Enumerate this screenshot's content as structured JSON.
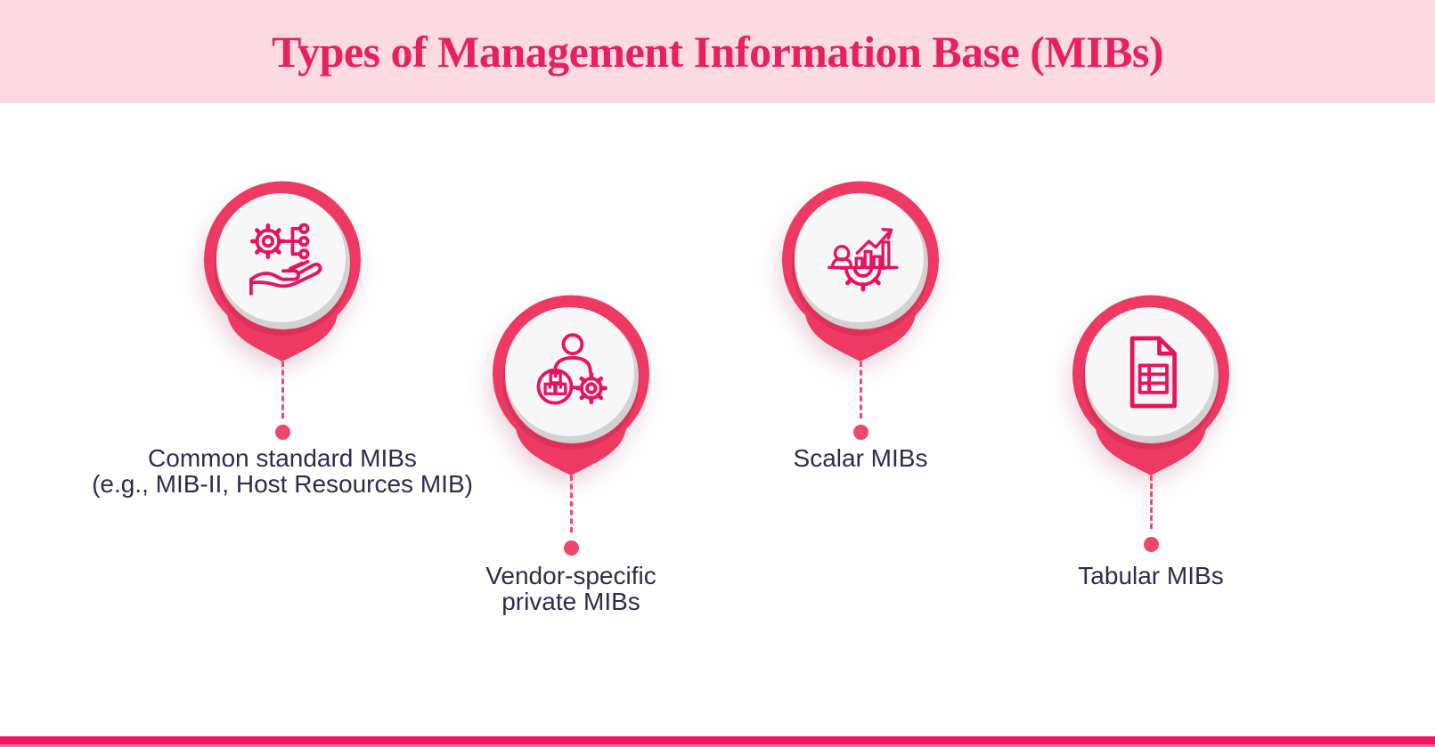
{
  "header": {
    "title": "Types of Management Information Base (MIBs)"
  },
  "items": [
    {
      "id": "common-standard-mibs",
      "icon": "hand-gear-network-icon",
      "label_lines": [
        "Common standard MIBs",
        "(e.g., MIB-II, Host Resources MIB)"
      ]
    },
    {
      "id": "vendor-specific-private-mibs",
      "icon": "person-boxes-gear-icon",
      "label_lines": [
        "Vendor-specific",
        "private MIBs"
      ]
    },
    {
      "id": "scalar-mibs",
      "icon": "person-growth-chart-gear-icon",
      "label_lines": [
        "Scalar MIBs"
      ]
    },
    {
      "id": "tabular-mibs",
      "icon": "table-document-icon",
      "label_lines": [
        "Tabular MIBs"
      ]
    }
  ],
  "colors": {
    "bg": "#ffffff",
    "header_bg": "#fcdae3",
    "title": "#e7215f",
    "pin": "#ee3a62",
    "pin_shadow": "#c62a52",
    "ring": "#d3d1d1",
    "circle": "#f8f7f7",
    "icon": "#e8125f",
    "connector": "#e94a6e",
    "dot": "#ef466b",
    "label": "#2f2b4e",
    "footer": "#f41462",
    "footer_edge": "#f2679c"
  }
}
